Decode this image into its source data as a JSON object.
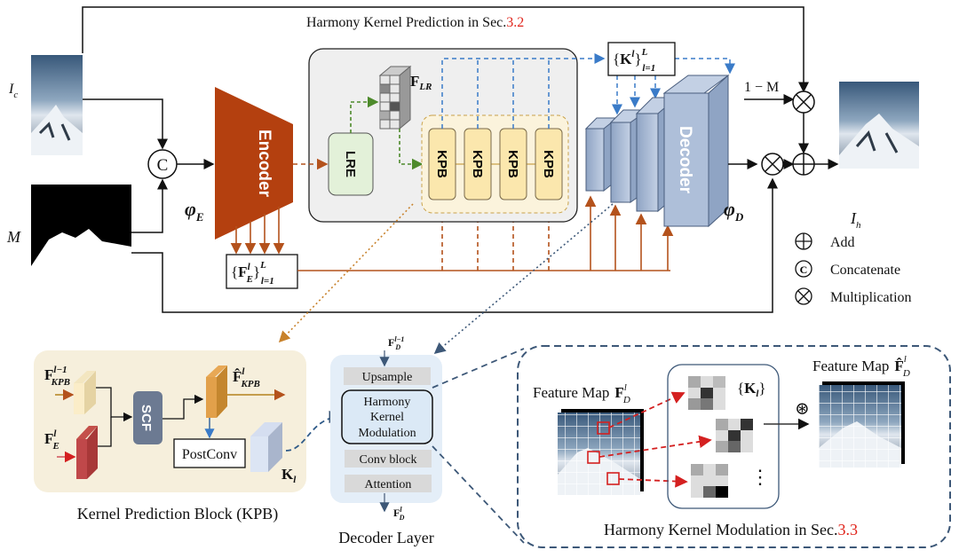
{
  "top": {
    "title": "Harmony Kernel Prediction in Sec.",
    "title_ref": "3.2",
    "input_image_label": "I",
    "input_image_sub": "c",
    "mask_label": "M",
    "output_label": "I",
    "output_sub": "h",
    "concat_symbol": "C",
    "encoder_label": "Encoder",
    "encoder_symbol": "φ",
    "encoder_symbol_sub": "E",
    "decoder_label": "Decoder",
    "decoder_symbol": "φ",
    "decoder_symbol_sub": "D",
    "lre_label": "LRE",
    "flr_label": "F",
    "flr_sub": "LR",
    "kpb_blocks": [
      "KPB",
      "KPB",
      "KPB",
      "KPB"
    ],
    "kernel_set": {
      "open": "{",
      "F": "K",
      "sup": "l",
      "close": "}",
      "range_sup": "L",
      "range_sub": "l=1"
    },
    "feature_set": {
      "open": "{",
      "F": "F",
      "sub": "E",
      "sup": "l",
      "close": "}",
      "range_sup": "L",
      "range_sub": "l=1"
    },
    "one_minus_m": "1 − M"
  },
  "legend": [
    {
      "symbol": "⊕",
      "label": "Add"
    },
    {
      "symbol": "C",
      "label": "Concatenate"
    },
    {
      "symbol": "⊗",
      "label": "Multiplication"
    }
  ],
  "kpb": {
    "caption": "Kernel Prediction Block (KPB)",
    "in1": {
      "F": "F",
      "sup": "l−1",
      "sub": "KPB"
    },
    "in2": {
      "F": "F",
      "sup": "l",
      "sub": "E"
    },
    "scf_label": "SCF",
    "out": {
      "F": "F̂",
      "sup": "l",
      "sub": "KPB"
    },
    "postconv_label": "PostConv",
    "kernel": {
      "F": "K",
      "sub": "l"
    }
  },
  "decoder_layer": {
    "caption": "Decoder Layer",
    "in": {
      "F": "F",
      "sup": "l−1",
      "sub": "D"
    },
    "out": {
      "F": "F",
      "sup": "l",
      "sub": "D"
    },
    "blocks": [
      "Upsample",
      "Harmony",
      "Kernel",
      "Modulation",
      "Conv block",
      "Attention"
    ]
  },
  "hkm": {
    "caption": "Harmony Kernel Modulation in Sec.",
    "caption_ref": "3.3",
    "feature_map_in": {
      "label": "Feature Map",
      "F": "F",
      "sup": "l",
      "sub": "D"
    },
    "feature_map_out": {
      "label": "Feature Map",
      "F": "F̂",
      "sup": "l",
      "sub": "D"
    },
    "kernels": {
      "open": "{",
      "F": "K",
      "sub": "l",
      "close": "}"
    },
    "conv_symbol": "⊛",
    "ellipsis": "⋮"
  },
  "colors": {
    "encoder": "#b4400f",
    "arrow_brown": "#b4521c",
    "arrow_blue": "#3a7bc8",
    "arrow_green": "#4d8a2b",
    "kpb_fill": "#fbe7ad",
    "lre_fill": "#e3f1d9",
    "decoder": "#aebfd9",
    "section_ref": "#e0241b"
  }
}
